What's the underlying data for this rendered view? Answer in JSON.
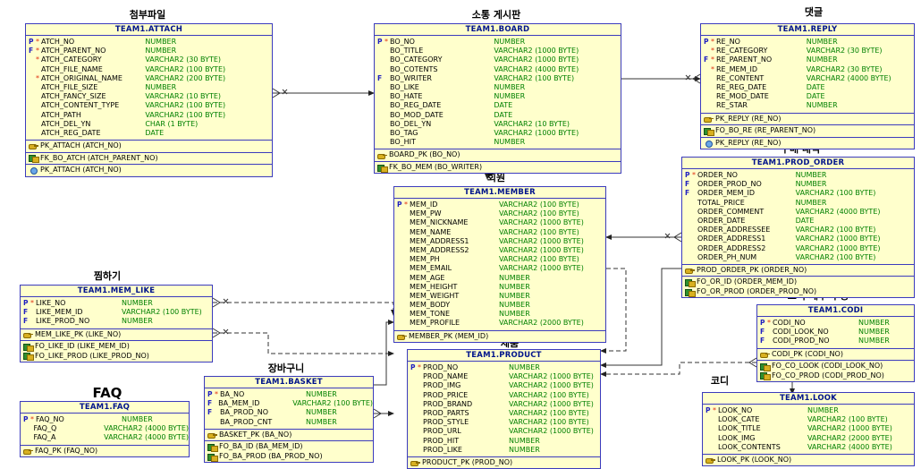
{
  "diagram": {
    "type": "erd",
    "notation": "crow-foot",
    "schema_prefix": "TEAM1",
    "colors": {
      "entity_fill": "#ffffcc",
      "entity_border": "#3b3bbd",
      "title_text": "#00148c",
      "column_name": "#000000",
      "column_type": "#008000",
      "key_flag": "#2020c0",
      "required_star": "#e03010",
      "link": "#333333"
    }
  },
  "entities": [
    {
      "id": "attach",
      "label": "첨부파일",
      "name": "TEAM1.ATTACH",
      "columns": [
        {
          "key": "P",
          "req": "*",
          "name": "ATCH_NO",
          "type": "NUMBER"
        },
        {
          "key": "F",
          "req": "*",
          "name": "ATCH_PARENT_NO",
          "type": "NUMBER"
        },
        {
          "key": "",
          "req": "*",
          "name": "ATCH_CATEGORY",
          "type": "VARCHAR2 (30 BYTE)"
        },
        {
          "key": "",
          "req": "",
          "name": "ATCH_FILE_NAME",
          "type": "VARCHAR2 (100 BYTE)"
        },
        {
          "key": "",
          "req": "*",
          "name": "ATCH_ORIGINAL_NAME",
          "type": "VARCHAR2 (200 BYTE)"
        },
        {
          "key": "",
          "req": "",
          "name": "ATCH_FILE_SIZE",
          "type": "NUMBER"
        },
        {
          "key": "",
          "req": "",
          "name": "ATCH_FANCY_SIZE",
          "type": "VARCHAR2 (10 BYTE)"
        },
        {
          "key": "",
          "req": "",
          "name": "ATCH_CONTENT_TYPE",
          "type": "VARCHAR2 (100 BYTE)"
        },
        {
          "key": "",
          "req": "",
          "name": "ATCH_PATH",
          "type": "VARCHAR2 (100 BYTE)"
        },
        {
          "key": "",
          "req": "",
          "name": "ATCH_DEL_YN",
          "type": "CHAR (1 BYTE)"
        },
        {
          "key": "",
          "req": "",
          "name": "ATCH_REG_DATE",
          "type": "DATE"
        }
      ],
      "sections": [
        {
          "icon": "key",
          "rows": [
            "PK_ATTACH (ATCH_NO)"
          ]
        },
        {
          "icon": "fk",
          "rows": [
            "FK_BO_ATCH (ATCH_PARENT_NO)"
          ]
        },
        {
          "icon": "idx",
          "rows": [
            "PK_ATTACH (ATCH_NO)"
          ]
        }
      ]
    },
    {
      "id": "board",
      "label": "소통 게시판",
      "name": "TEAM1.BOARD",
      "columns": [
        {
          "key": "P",
          "req": "*",
          "name": "BO_NO",
          "type": "NUMBER"
        },
        {
          "key": "",
          "req": "",
          "name": "BO_TITLE",
          "type": "VARCHAR2 (1000 BYTE)"
        },
        {
          "key": "",
          "req": "",
          "name": "BO_CATEGORY",
          "type": "VARCHAR2 (1000 BYTE)"
        },
        {
          "key": "",
          "req": "",
          "name": "BO_COTENTS",
          "type": "VARCHAR2 (4000 BYTE)"
        },
        {
          "key": "F",
          "req": "",
          "name": "BO_WRITER",
          "type": "VARCHAR2 (100 BYTE)"
        },
        {
          "key": "",
          "req": "",
          "name": "BO_LIKE",
          "type": "NUMBER"
        },
        {
          "key": "",
          "req": "",
          "name": "BO_HATE",
          "type": "NUMBER"
        },
        {
          "key": "",
          "req": "",
          "name": "BO_REG_DATE",
          "type": "DATE"
        },
        {
          "key": "",
          "req": "",
          "name": "BO_MOD_DATE",
          "type": "DATE"
        },
        {
          "key": "",
          "req": "",
          "name": "BO_DEL_YN",
          "type": "VARCHAR2 (10 BYTE)"
        },
        {
          "key": "",
          "req": "",
          "name": "BO_TAG",
          "type": "VARCHAR2 (1000 BYTE)"
        },
        {
          "key": "",
          "req": "",
          "name": "BO_HIT",
          "type": "NUMBER"
        }
      ],
      "sections": [
        {
          "icon": "key",
          "rows": [
            "BOARD_PK (BO_NO)"
          ]
        },
        {
          "icon": "fk",
          "rows": [
            "FK_BO_MEM (BO_WRITER)"
          ]
        }
      ]
    },
    {
      "id": "reply",
      "label": "댓글",
      "name": "TEAM1.REPLY",
      "columns": [
        {
          "key": "P",
          "req": "*",
          "name": "RE_NO",
          "type": "NUMBER"
        },
        {
          "key": "",
          "req": "*",
          "name": "RE_CATEGORY",
          "type": "VARCHAR2 (30 BYTE)"
        },
        {
          "key": "F",
          "req": "*",
          "name": "RE_PARENT_NO",
          "type": "NUMBER"
        },
        {
          "key": "",
          "req": "*",
          "name": "RE_MEM_ID",
          "type": "VARCHAR2 (30 BYTE)"
        },
        {
          "key": "",
          "req": "",
          "name": "RE_CONTENT",
          "type": "VARCHAR2 (4000 BYTE)"
        },
        {
          "key": "",
          "req": "",
          "name": "RE_REG_DATE",
          "type": "DATE"
        },
        {
          "key": "",
          "req": "",
          "name": "RE_MOD_DATE",
          "type": "DATE"
        },
        {
          "key": "",
          "req": "",
          "name": "RE_STAR",
          "type": "NUMBER"
        }
      ],
      "sections": [
        {
          "icon": "key",
          "rows": [
            "PK_REPLY (RE_NO)"
          ]
        },
        {
          "icon": "fk",
          "rows": [
            "FO_BO_RE (RE_PARENT_NO)"
          ]
        },
        {
          "icon": "idx",
          "rows": [
            "PK_REPLY (RE_NO)"
          ]
        }
      ]
    },
    {
      "id": "member",
      "label": "회원",
      "name": "TEAM1.MEMBER",
      "columns": [
        {
          "key": "P",
          "req": "*",
          "name": "MEM_ID",
          "type": "VARCHAR2 (100 BYTE)"
        },
        {
          "key": "",
          "req": "",
          "name": "MEM_PW",
          "type": "VARCHAR2 (100 BYTE)"
        },
        {
          "key": "",
          "req": "",
          "name": "MEM_NICKNAME",
          "type": "VARCHAR2 (1000 BYTE)"
        },
        {
          "key": "",
          "req": "",
          "name": "MEM_NAME",
          "type": "VARCHAR2 (100 BYTE)"
        },
        {
          "key": "",
          "req": "",
          "name": "MEM_ADDRESS1",
          "type": "VARCHAR2 (1000 BYTE)"
        },
        {
          "key": "",
          "req": "",
          "name": "MEM_ADDRESS2",
          "type": "VARCHAR2 (1000 BYTE)"
        },
        {
          "key": "",
          "req": "",
          "name": "MEM_PH",
          "type": "VARCHAR2 (100 BYTE)"
        },
        {
          "key": "",
          "req": "",
          "name": "MEM_EMAIL",
          "type": "VARCHAR2 (1000 BYTE)"
        },
        {
          "key": "",
          "req": "",
          "name": "MEM_AGE",
          "type": "NUMBER"
        },
        {
          "key": "",
          "req": "",
          "name": "MEM_HEIGHT",
          "type": "NUMBER"
        },
        {
          "key": "",
          "req": "",
          "name": "MEM_WEIGHT",
          "type": "NUMBER"
        },
        {
          "key": "",
          "req": "",
          "name": "MEM_BODY",
          "type": "NUMBER"
        },
        {
          "key": "",
          "req": "",
          "name": "MEM_TONE",
          "type": "NUMBER"
        },
        {
          "key": "",
          "req": "",
          "name": "MEM_PROFILE",
          "type": "VARCHAR2 (2000 BYTE)"
        }
      ],
      "sections": [
        {
          "icon": "key",
          "rows": [
            "MEMBER_PK (MEM_ID)"
          ]
        }
      ]
    },
    {
      "id": "prod_order",
      "label": "구매 내역",
      "name": "TEAM1.PROD_ORDER",
      "columns": [
        {
          "key": "P",
          "req": "*",
          "name": "ORDER_NO",
          "type": "NUMBER"
        },
        {
          "key": "F",
          "req": "",
          "name": "ORDER_PROD_NO",
          "type": "NUMBER"
        },
        {
          "key": "F",
          "req": "",
          "name": "ORDER_MEM_ID",
          "type": "VARCHAR2 (100 BYTE)"
        },
        {
          "key": "",
          "req": "",
          "name": "TOTAL_PRICE",
          "type": "NUMBER"
        },
        {
          "key": "",
          "req": "",
          "name": "ORDER_COMMENT",
          "type": "VARCHAR2 (4000 BYTE)"
        },
        {
          "key": "",
          "req": "",
          "name": "ORDER_DATE",
          "type": "DATE"
        },
        {
          "key": "",
          "req": "",
          "name": "ORDER_ADDRESSEE",
          "type": "VARCHAR2 (100 BYTE)"
        },
        {
          "key": "",
          "req": "",
          "name": "ORDER_ADDRESS1",
          "type": "VARCHAR2 (1000 BYTE)"
        },
        {
          "key": "",
          "req": "",
          "name": "ORDER_ADDRESS2",
          "type": "VARCHAR2 (1000 BYTE)"
        },
        {
          "key": "",
          "req": "",
          "name": "ORDER_PH_NUM",
          "type": "VARCHAR2 (100 BYTE)"
        }
      ],
      "sections": [
        {
          "icon": "key",
          "rows": [
            "PROD_ORDER_PK (ORDER_NO)"
          ]
        },
        {
          "icon": "fk",
          "rows": [
            "FO_OR_ID (ORDER_MEM_ID)",
            "FO_OR_PROD (ORDER_PROD_NO)"
          ]
        }
      ]
    },
    {
      "id": "mem_like",
      "label": "찜하기",
      "name": "TEAM1.MEM_LIKE",
      "columns": [
        {
          "key": "P",
          "req": "*",
          "name": "LIKE_NO",
          "type": "NUMBER"
        },
        {
          "key": "F",
          "req": "",
          "name": "LIKE_MEM_ID",
          "type": "VARCHAR2 (100 BYTE)"
        },
        {
          "key": "F",
          "req": "",
          "name": "LIKE_PROD_NO",
          "type": "NUMBER"
        }
      ],
      "sections": [
        {
          "icon": "key",
          "rows": [
            "MEM_LIKE_PK (LIKE_NO)"
          ]
        },
        {
          "icon": "fk",
          "rows": [
            "FO_LIKE_ID (LIKE_MEM_ID)",
            "FO_LIKE_PROD (LIKE_PROD_NO)"
          ]
        }
      ]
    },
    {
      "id": "faq",
      "label": "FAQ",
      "name": "TEAM1.FAQ",
      "columns": [
        {
          "key": "P",
          "req": "*",
          "name": "FAQ_NO",
          "type": "NUMBER"
        },
        {
          "key": "",
          "req": "",
          "name": "FAQ_Q",
          "type": "VARCHAR2 (4000 BYTE)"
        },
        {
          "key": "",
          "req": "",
          "name": "FAQ_A",
          "type": "VARCHAR2 (4000 BYTE)"
        }
      ],
      "sections": [
        {
          "icon": "key",
          "rows": [
            "FAQ_PK (FAQ_NO)"
          ]
        }
      ]
    },
    {
      "id": "basket",
      "label": "장바구니",
      "name": "TEAM1.BASKET",
      "columns": [
        {
          "key": "P",
          "req": "*",
          "name": "BA_NO",
          "type": "NUMBER"
        },
        {
          "key": "F",
          "req": "",
          "name": "BA_MEM_ID",
          "type": "VARCHAR2 (100 BYTE)"
        },
        {
          "key": "F",
          "req": "",
          "name": "BA_PROD_NO",
          "type": "NUMBER"
        },
        {
          "key": "",
          "req": "",
          "name": "BA_PROD_CNT",
          "type": "NUMBER"
        }
      ],
      "sections": [
        {
          "icon": "key",
          "rows": [
            "BASKET_PK (BA_NO)"
          ]
        },
        {
          "icon": "fk",
          "rows": [
            "FO_BA_ID (BA_MEM_ID)",
            "FO_BA_PROD (BA_PROD_NO)"
          ]
        }
      ]
    },
    {
      "id": "product",
      "label": "제품",
      "name": "TEAM1.PRODUCT",
      "columns": [
        {
          "key": "P",
          "req": "*",
          "name": "PROD_NO",
          "type": "NUMBER"
        },
        {
          "key": "",
          "req": "",
          "name": "PROD_NAME",
          "type": "VARCHAR2 (1000 BYTE)"
        },
        {
          "key": "",
          "req": "",
          "name": "PROD_IMG",
          "type": "VARCHAR2 (1000 BYTE)"
        },
        {
          "key": "",
          "req": "",
          "name": "PROD_PRICE",
          "type": "VARCHAR2 (100 BYTE)"
        },
        {
          "key": "",
          "req": "",
          "name": "PROD_BRAND",
          "type": "VARCHAR2 (1000 BYTE)"
        },
        {
          "key": "",
          "req": "",
          "name": "PROD_PARTS",
          "type": "VARCHAR2 (100 BYTE)"
        },
        {
          "key": "",
          "req": "",
          "name": "PROD_STYLE",
          "type": "VARCHAR2 (100 BYTE)"
        },
        {
          "key": "",
          "req": "",
          "name": "PROD_URL",
          "type": "VARCHAR2 (1000 BYTE)"
        },
        {
          "key": "",
          "req": "",
          "name": "PROD_HIT",
          "type": "NUMBER"
        },
        {
          "key": "",
          "req": "",
          "name": "PROD_LIKE",
          "type": "NUMBER"
        }
      ],
      "sections": [
        {
          "icon": "key",
          "rows": [
            "PRODUCT_PK (PROD_NO)"
          ]
        }
      ]
    },
    {
      "id": "codi",
      "label": "코디 세부 구성",
      "name": "TEAM1.CODI",
      "columns": [
        {
          "key": "P",
          "req": "*",
          "name": "CODI_NO",
          "type": "NUMBER"
        },
        {
          "key": "F",
          "req": "",
          "name": "CODI_LOOK_NO",
          "type": "NUMBER"
        },
        {
          "key": "F",
          "req": "",
          "name": "CODI_PROD_NO",
          "type": "NUMBER"
        }
      ],
      "sections": [
        {
          "icon": "key",
          "rows": [
            "CODI_PK (CODI_NO)"
          ]
        },
        {
          "icon": "fk",
          "rows": [
            "FO_CO_LOOK (CODI_LOOK_NO)",
            "FO_CO_PROD (CODI_PROD_NO)"
          ]
        }
      ]
    },
    {
      "id": "look",
      "label": "코디",
      "name": "TEAM1.LOOK",
      "columns": [
        {
          "key": "P",
          "req": "*",
          "name": "LOOK_NO",
          "type": "NUMBER"
        },
        {
          "key": "",
          "req": "",
          "name": "LOOK_CATE",
          "type": "VARCHAR2 (100 BYTE)"
        },
        {
          "key": "",
          "req": "",
          "name": "LOOK_TITLE",
          "type": "VARCHAR2 (1000 BYTE)"
        },
        {
          "key": "",
          "req": "",
          "name": "LOOK_IMG",
          "type": "VARCHAR2 (2000 BYTE)"
        },
        {
          "key": "",
          "req": "",
          "name": "LOOK_CONTENTS",
          "type": "VARCHAR2 (4000 BYTE)"
        }
      ],
      "sections": [
        {
          "icon": "key",
          "rows": [
            "LOOK_PK (LOOK_NO)"
          ]
        }
      ]
    }
  ],
  "relationships": [
    {
      "from": "attach",
      "to": "board",
      "fk": "FK_BO_ATCH"
    },
    {
      "from": "board",
      "to": "reply",
      "fk": "FO_BO_RE"
    },
    {
      "from": "board",
      "to": "member",
      "fk": "FK_BO_MEM"
    },
    {
      "from": "prod_order",
      "to": "member",
      "fk": "FO_OR_ID"
    },
    {
      "from": "prod_order",
      "to": "product",
      "fk": "FO_OR_PROD"
    },
    {
      "from": "mem_like",
      "to": "member",
      "fk": "FO_LIKE_ID"
    },
    {
      "from": "mem_like",
      "to": "product",
      "fk": "FO_LIKE_PROD"
    },
    {
      "from": "basket",
      "to": "member",
      "fk": "FO_BA_ID"
    },
    {
      "from": "basket",
      "to": "product",
      "fk": "FO_BA_PROD"
    },
    {
      "from": "codi",
      "to": "product",
      "fk": "FO_CO_PROD"
    },
    {
      "from": "codi",
      "to": "look",
      "fk": "FO_CO_LOOK"
    }
  ]
}
